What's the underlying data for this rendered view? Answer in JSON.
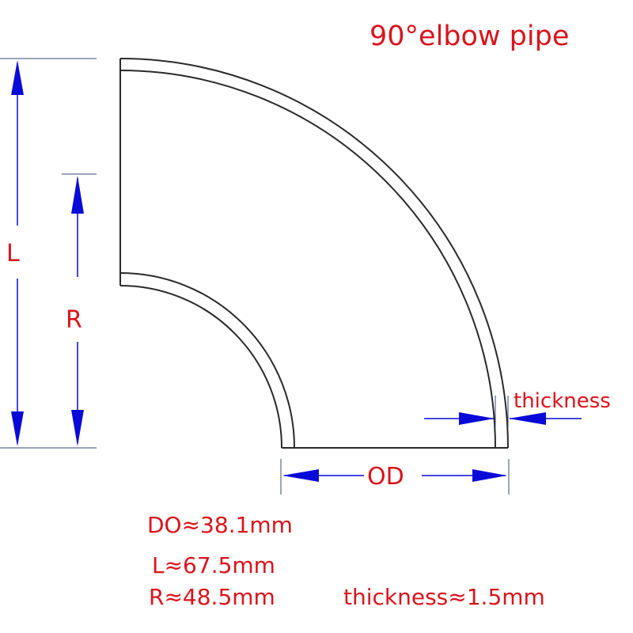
{
  "title": "90°elbow pipe",
  "labels": {
    "L": "L",
    "R": "R",
    "OD": "OD",
    "thickness": "thickness"
  },
  "specs": {
    "do": "DO≈38.1mm",
    "l": "L≈67.5mm",
    "r": "R≈48.5mm",
    "thickness": "thickness≈1.5mm"
  },
  "colors": {
    "text": "#d9141c",
    "dimension": "#0a0ad8",
    "outline": "#2a2a2a"
  }
}
